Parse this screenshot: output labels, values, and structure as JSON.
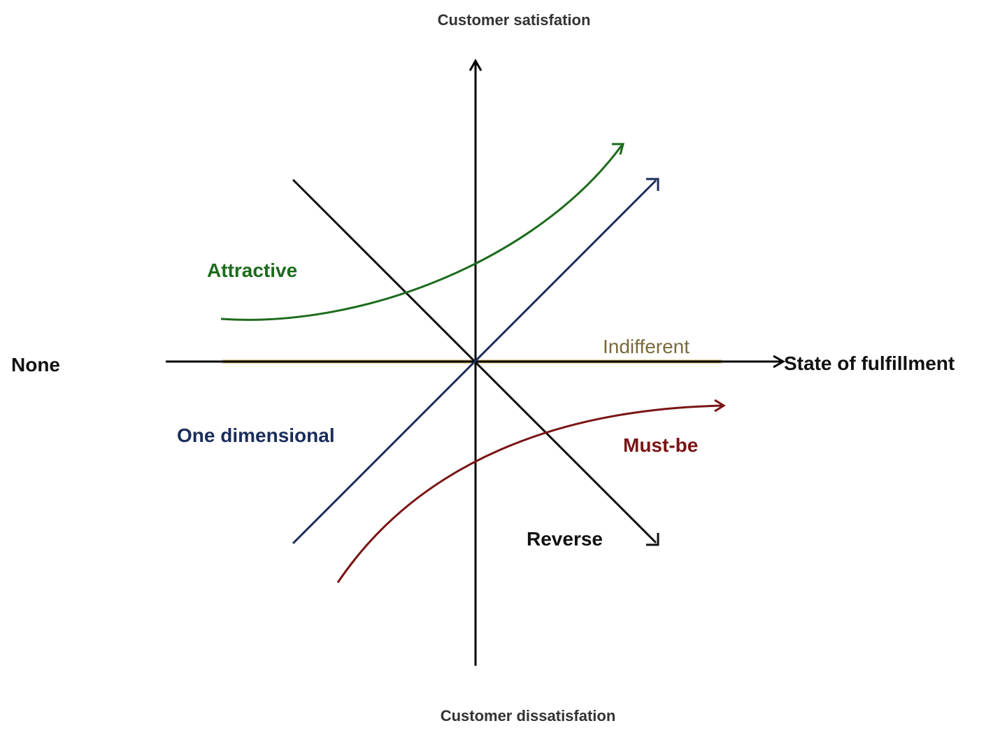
{
  "labels": {
    "y_top": "Customer satisfation",
    "y_bottom": "Customer dissatisfation",
    "x_left": "None",
    "x_right": "State of fulfillment"
  },
  "curves": {
    "attractive": {
      "label": "Attractive",
      "color": "#1c6b1c"
    },
    "one_dimensional": {
      "label": "One dimensional",
      "color": "#1a2d5c"
    },
    "indifferent": {
      "label": "Indifferent",
      "color": "#c8a85a"
    },
    "must_be": {
      "label": "Must-be",
      "color": "#7a1414"
    },
    "reverse": {
      "label": "Reverse",
      "color": "#111111"
    }
  },
  "colors": {
    "axis": "#000000",
    "background": "#ffffff",
    "indifferent_text": "#7a6a3a"
  }
}
